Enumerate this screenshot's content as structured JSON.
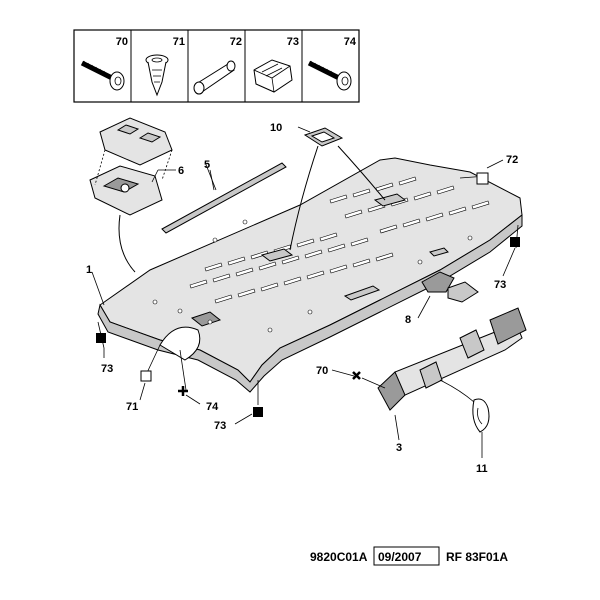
{
  "kit": {
    "items": [
      {
        "ref": "70",
        "icon": "screw-icon"
      },
      {
        "ref": "71",
        "icon": "plug-clip-icon"
      },
      {
        "ref": "72",
        "icon": "pin-icon"
      },
      {
        "ref": "73",
        "icon": "retainer-block-icon"
      },
      {
        "ref": "74",
        "icon": "screw-icon"
      }
    ]
  },
  "callouts": {
    "c1": "1",
    "c3": "3",
    "c5": "5",
    "c6": "6",
    "c8": "8",
    "c10": "10",
    "c11": "11",
    "c70": "70",
    "c71": "71",
    "c72": "72",
    "c73a": "73",
    "c73b": "73",
    "c73c": "73",
    "c74": "74"
  },
  "footer": {
    "code": "9820C01A",
    "date": "09/2007",
    "ref": "RF 83F01A"
  },
  "colors": {
    "line": "#000000",
    "fill_light": "#e4e4e4",
    "fill_mid": "#c8c8c8",
    "background": "#ffffff"
  }
}
